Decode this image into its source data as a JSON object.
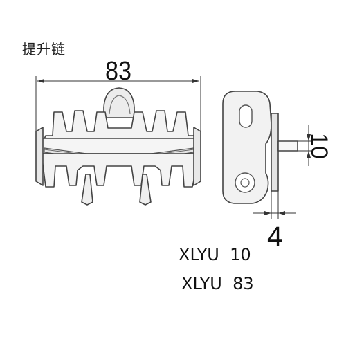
{
  "title": "提升链",
  "dimensions": {
    "length": "83",
    "height": "10",
    "thickness": "4"
  },
  "models": {
    "partial": "XLYU  10",
    "main": "XLYU  83"
  }
}
